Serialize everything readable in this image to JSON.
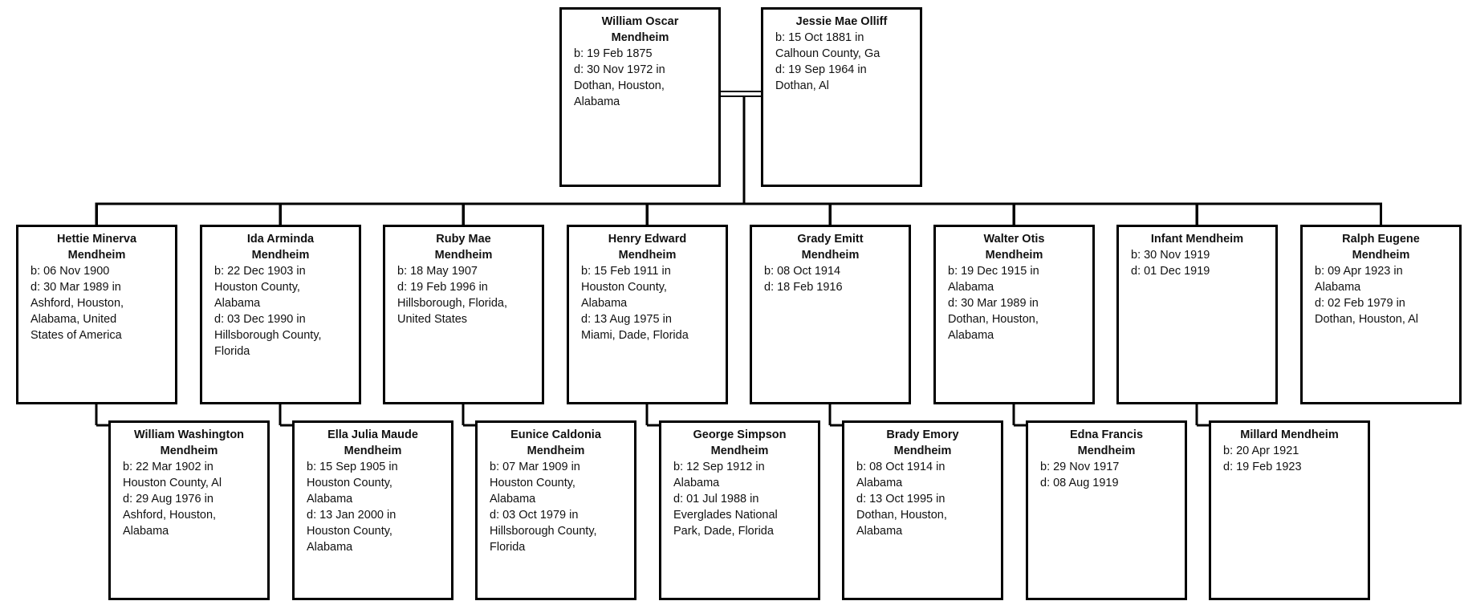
{
  "chart_data": {
    "type": "family-tree",
    "parents": [
      {
        "id": "p1",
        "name": [
          "William Oscar",
          "Mendheim"
        ],
        "details": [
          "b: 19 Feb 1875",
          "d: 30 Nov 1972 in",
          "Dothan, Houston,",
          "Alabama"
        ]
      },
      {
        "id": "p2",
        "name": [
          "Jessie Mae Olliff"
        ],
        "details": [
          "b: 15 Oct 1881 in",
          "Calhoun County, Ga",
          "d: 19 Sep 1964 in",
          "Dothan, Al"
        ]
      }
    ],
    "children": [
      {
        "id": "c1",
        "name": [
          "Hettie Minerva",
          "Mendheim"
        ],
        "details": [
          "b: 06 Nov 1900",
          "d: 30 Mar 1989 in",
          "Ashford, Houston,",
          "Alabama, United",
          "States of America"
        ]
      },
      {
        "id": "c2",
        "name": [
          "William Washington",
          "Mendheim"
        ],
        "details": [
          "b: 22 Mar 1902 in",
          "Houston County, Al",
          "d: 29 Aug 1976 in",
          "Ashford, Houston,",
          "Alabama"
        ]
      },
      {
        "id": "c3",
        "name": [
          "Ida Arminda",
          "Mendheim"
        ],
        "details": [
          "b: 22 Dec 1903 in",
          "Houston County,",
          "Alabama",
          "d: 03 Dec 1990 in",
          "Hillsborough County,",
          "Florida"
        ]
      },
      {
        "id": "c4",
        "name": [
          "Ella Julia Maude",
          "Mendheim"
        ],
        "details": [
          "b: 15 Sep 1905 in",
          "Houston County,",
          "Alabama",
          "d: 13 Jan 2000 in",
          "Houston County,",
          "Alabama"
        ]
      },
      {
        "id": "c5",
        "name": [
          "Ruby Mae",
          "Mendheim"
        ],
        "details": [
          "b: 18 May 1907",
          "d: 19 Feb 1996 in",
          "Hillsborough, Florida,",
          "United States"
        ]
      },
      {
        "id": "c6",
        "name": [
          "Eunice Caldonia",
          "Mendheim"
        ],
        "details": [
          "b: 07 Mar 1909 in",
          "Houston County,",
          "Alabama",
          "d: 03 Oct 1979 in",
          "Hillsborough County,",
          "Florida"
        ]
      },
      {
        "id": "c7",
        "name": [
          "Henry Edward",
          "Mendheim"
        ],
        "details": [
          "b: 15 Feb 1911 in",
          "Houston County,",
          "Alabama",
          "d: 13 Aug 1975 in",
          "Miami, Dade, Florida"
        ]
      },
      {
        "id": "c8",
        "name": [
          "George Simpson",
          "Mendheim"
        ],
        "details": [
          "b: 12 Sep 1912 in",
          "Alabama",
          "d: 01 Jul 1988 in",
          "Everglades National",
          "Park, Dade, Florida"
        ]
      },
      {
        "id": "c9",
        "name": [
          "Grady Emitt",
          "Mendheim"
        ],
        "details": [
          "b: 08 Oct 1914",
          "d: 18 Feb 1916"
        ]
      },
      {
        "id": "c10",
        "name": [
          "Brady Emory",
          "Mendheim"
        ],
        "details": [
          "b: 08 Oct 1914 in",
          "Alabama",
          "d: 13 Oct 1995 in",
          "Dothan, Houston,",
          "Alabama"
        ]
      },
      {
        "id": "c11",
        "name": [
          "Walter Otis",
          "Mendheim"
        ],
        "details": [
          "b: 19 Dec 1915 in",
          "Alabama",
          "d: 30 Mar 1989 in",
          "Dothan, Houston,",
          "Alabama"
        ]
      },
      {
        "id": "c12",
        "name": [
          "Edna Francis",
          "Mendheim"
        ],
        "details": [
          "b: 29 Nov 1917",
          "d: 08 Aug 1919"
        ]
      },
      {
        "id": "c13",
        "name": [
          "Infant Mendheim"
        ],
        "details": [
          "b: 30 Nov 1919",
          "d: 01 Dec 1919"
        ]
      },
      {
        "id": "c14",
        "name": [
          "Millard Mendheim"
        ],
        "details": [
          "b: 20 Apr 1921",
          "d: 19 Feb 1923"
        ]
      },
      {
        "id": "c15",
        "name": [
          "Ralph Eugene",
          "Mendheim"
        ],
        "details": [
          "b: 09 Apr 1923 in",
          "Alabama",
          "d: 02 Feb 1979 in",
          "Dothan, Houston, Al"
        ]
      }
    ],
    "colors": {
      "line": "#000000",
      "box_border": "#000000",
      "box_fill": "#ffffff",
      "text": "#111111"
    }
  }
}
